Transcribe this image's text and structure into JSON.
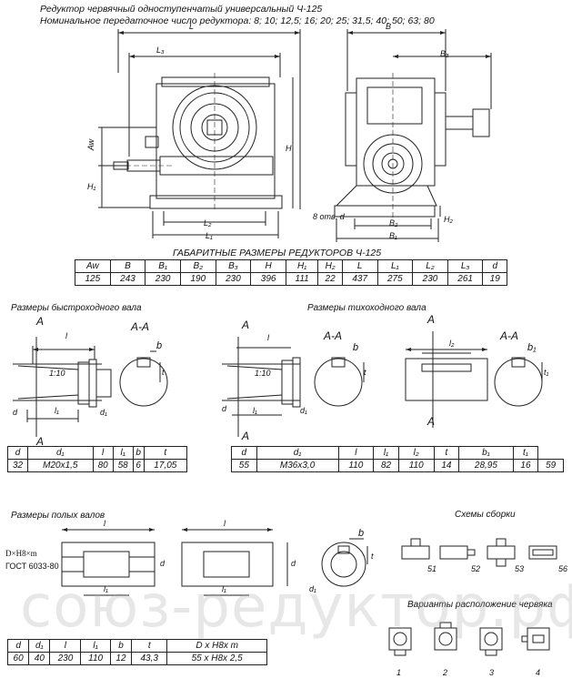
{
  "header": {
    "title": "Редуктор червячный одноступенчатый универсальный Ч-125",
    "ratios": "Номинальное передаточное число редуктора: 8; 10; 12,5; 16; 20; 25; 31,5; 40; 50; 63; 80"
  },
  "main_labels": {
    "L": "L",
    "L3": "L₃",
    "Aw": "Aw",
    "H": "H",
    "H1": "H₁",
    "L2": "L₂",
    "L1": "L₁",
    "B": "B",
    "B3": "B₃",
    "holes": "8 отв. d",
    "B2": "B₂",
    "B1": "B₁",
    "H2": "H₂"
  },
  "dims_table": {
    "title": "ГАБАРИТНЫЕ РАЗМЕРЫ РЕДУКТОРОВ Ч-125",
    "headers": [
      "Aw",
      "B",
      "B₁",
      "B₂",
      "B₃",
      "H",
      "H₁",
      "H₂",
      "L",
      "L₁",
      "L₂",
      "L₃",
      "d"
    ],
    "values": [
      "125",
      "243",
      "230",
      "190",
      "230",
      "396",
      "111",
      "22",
      "437",
      "275",
      "230",
      "261",
      "19"
    ]
  },
  "fast_shaft": {
    "title": "Размеры быстроходного вала",
    "labels": {
      "A": "A",
      "l": "l",
      "taper": "1:10",
      "d": "d",
      "l1": "l₁",
      "d1": "d₁",
      "section": "A-A",
      "b": "b",
      "t": "t"
    },
    "table": {
      "headers": [
        "d",
        "d₁",
        "l",
        "l₁",
        "b",
        "t"
      ],
      "values": [
        "32",
        "M20x1,5",
        "80",
        "58",
        "6",
        "17,05"
      ]
    }
  },
  "slow_shaft": {
    "title": "Размеры тихоходного вала",
    "labels": {
      "A": "A",
      "l": "l",
      "taper": "1:10",
      "d": "d",
      "l1": "l₁",
      "d1": "d₁",
      "section": "A-A",
      "b": "b",
      "t": "t",
      "l2": "l₂",
      "b1": "b₁",
      "t1": "t₁"
    },
    "table": {
      "headers": [
        "d",
        "d₁",
        "l",
        "l₁",
        "l₂",
        "t",
        "b₁",
        "t₁"
      ],
      "values": [
        "55",
        "M36x3,0",
        "110",
        "82",
        "110",
        "14",
        "28,95",
        "16",
        "59"
      ]
    }
  },
  "hollow_shaft": {
    "title": "Размеры полых валов",
    "labels": {
      "spline": "D×H8×m",
      "gost": "ГОСТ 6033-80",
      "l": "l",
      "l1": "l₁",
      "d": "d",
      "b": "b",
      "t": "t",
      "d1": "d₁"
    },
    "table": {
      "headers": [
        "d",
        "d₁",
        "l",
        "l₁",
        "b",
        "t",
        "D x H8x m"
      ],
      "values": [
        "60",
        "40",
        "230",
        "110",
        "12",
        "43,3",
        "55 x H8x 2,5"
      ]
    }
  },
  "assembly": {
    "title": "Схемы сборки",
    "schemes": [
      "51",
      "52",
      "53",
      "56"
    ]
  },
  "worm_variants": {
    "title": "Варианты расположение червяка",
    "variants": [
      "1",
      "2",
      "3",
      "4"
    ]
  },
  "watermark": "союз-редуктор.рф"
}
